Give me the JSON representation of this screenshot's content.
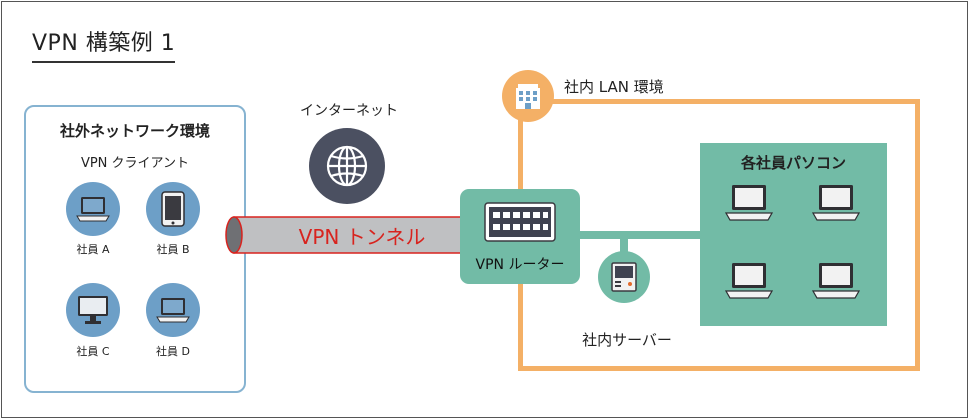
{
  "title": "VPN 構築例 1",
  "external": {
    "title": "社外ネットワーク環境",
    "subtitle": "VPN クライアント",
    "devices": [
      {
        "label": "社員 A",
        "icon": "laptop-icon"
      },
      {
        "label": "社員 B",
        "icon": "tablet-icon"
      },
      {
        "label": "社員 C",
        "icon": "desktop-monitor-icon"
      },
      {
        "label": "社員 D",
        "icon": "laptop-icon"
      }
    ]
  },
  "internet": {
    "label": "インターネット",
    "icon": "globe-icon"
  },
  "tunnel": {
    "label": "VPN トンネル"
  },
  "lan": {
    "label": "社内 LAN 環境",
    "icon": "building-icon"
  },
  "router": {
    "label": "VPN ルーター",
    "icon": "router-icon"
  },
  "pcs": {
    "title": "各社員パソコン",
    "icon": "laptop-icon",
    "count": 4
  },
  "server": {
    "label": "社内サーバー",
    "icon": "server-icon"
  },
  "colors": {
    "external_border": "#86b3d1",
    "device_circle": "#6d9fc7",
    "globe": "#4b5061",
    "tunnel_fill": "#bfc0c2",
    "tunnel_border": "#d8231e",
    "tunnel_text": "#d8231e",
    "lan_border": "#f4b066",
    "green": "#72bba6"
  }
}
